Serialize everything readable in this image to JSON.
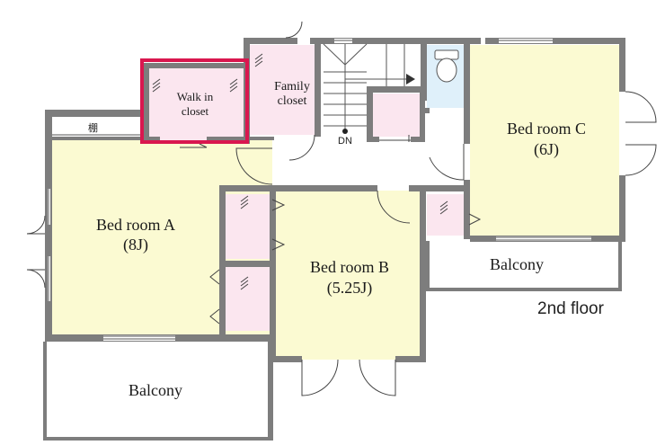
{
  "floor_label": "2nd floor",
  "rooms": {
    "bedroom_a": {
      "name": "Bed room A",
      "size": "(8J)"
    },
    "bedroom_b": {
      "name": "Bed room B",
      "size": "(5.25J)"
    },
    "bedroom_c": {
      "name": "Bed room C",
      "size": "(6J)"
    },
    "walk_in_closet": {
      "line1": "Walk in",
      "line2": "closet"
    },
    "family_closet": {
      "line1": "Family",
      "line2": "closet"
    },
    "balcony_left": "Balcony",
    "balcony_right": "Balcony"
  },
  "stairs_label": "DN",
  "shelf_label": "棚",
  "colors": {
    "bedroom_fill": "#fbfad2",
    "closet_fill": "#fbe6ef",
    "wc_fill": "#dff0fa",
    "highlight": "#d9174f",
    "wall": "#7d7d7d"
  }
}
